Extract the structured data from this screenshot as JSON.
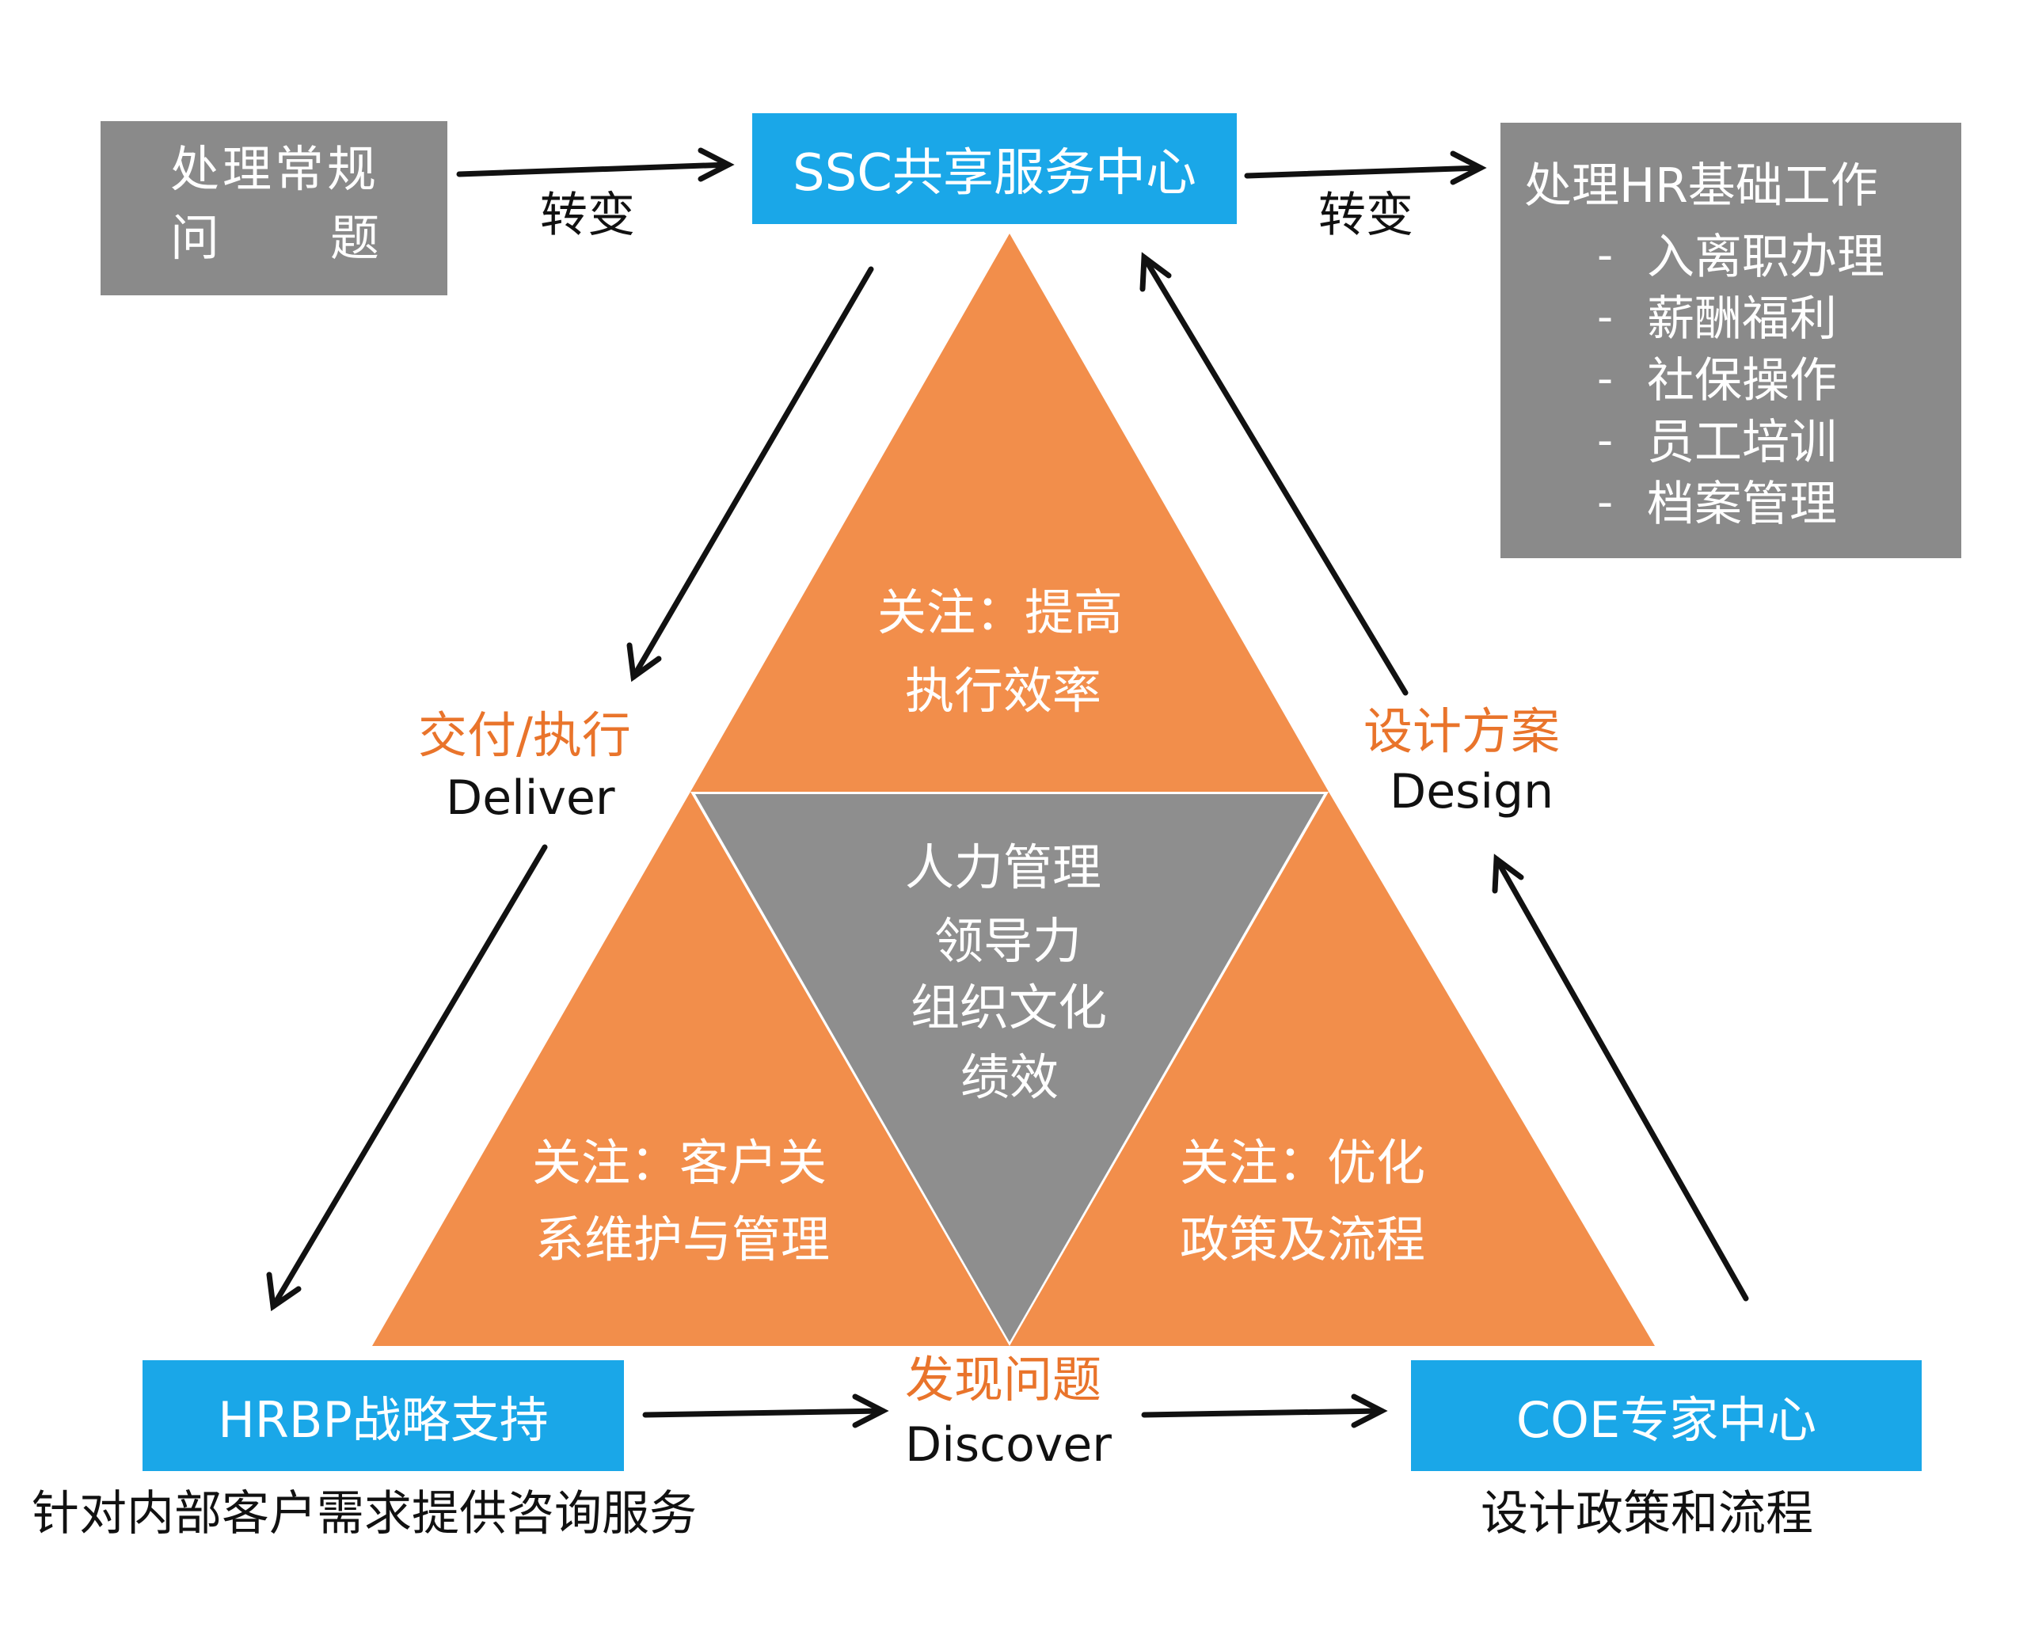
{
  "top_left_box": {
    "line1": "处理常规",
    "line2_a": "问",
    "line2_b": "题"
  },
  "ssc_box": {
    "label": "SSC共享服务中心"
  },
  "top_right_box": {
    "title": "处理HR基础工作",
    "items": [
      {
        "bullet": "-",
        "text": "入离职办理"
      },
      {
        "bullet": "-",
        "text": "薪酬福利"
      },
      {
        "bullet": "-",
        "text": "社保操作"
      },
      {
        "bullet": "-",
        "text": "员工培训"
      },
      {
        "bullet": "-",
        "text": "档案管理"
      }
    ]
  },
  "arrow_labels": {
    "left_transform": "转变",
    "right_transform": "转变"
  },
  "deliver": {
    "cn": "交付/执行",
    "en": "Deliver"
  },
  "design": {
    "cn": "设计方案",
    "en": "Design"
  },
  "discover": {
    "cn": "发现问题",
    "en": "Discover"
  },
  "triangles": {
    "top": {
      "line1": "关注：提高",
      "line2": "执行效率"
    },
    "center": {
      "lines": [
        "人力管理",
        "领导力",
        "组织文化",
        "绩效"
      ]
    },
    "bottom_left": {
      "line1": "关注：客户关",
      "line2": "系维护与管理"
    },
    "bottom_right": {
      "line1": "关注：优化",
      "line2": "政策及流程"
    }
  },
  "hrbp_box": {
    "label": "HRBP战略支持",
    "caption": "针对内部客户需求提供咨询服务"
  },
  "coe_box": {
    "label": "COE专家中心",
    "caption": "设计政策和流程"
  },
  "colors": {
    "orange": "#f28e4b",
    "gray": "#8a8a8a",
    "blue": "#1aa7e8",
    "accent_text": "#e9742b"
  }
}
